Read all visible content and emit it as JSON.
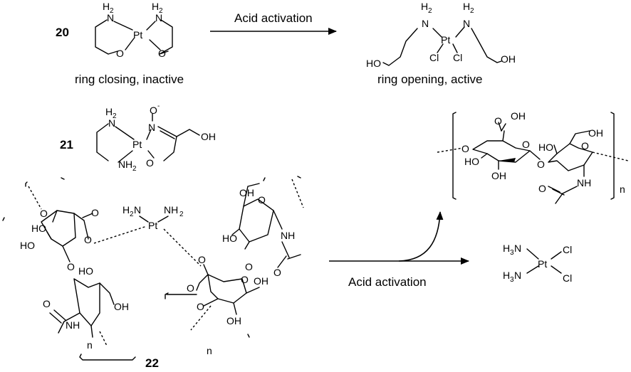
{
  "compounds": {
    "c20": {
      "number": "20",
      "caption": "ring closing, inactive"
    },
    "c20_product": {
      "caption": "ring opening, active"
    },
    "c21": {
      "number": "21"
    },
    "c22": {
      "number": "22"
    }
  },
  "arrows": {
    "top": {
      "label": "Acid activation"
    },
    "bottom": {
      "label": "Acid activation"
    }
  },
  "atoms": {
    "N": "N",
    "H": "H",
    "two": "2",
    "Pt": "Pt",
    "O": "O",
    "OH": "OH",
    "HO": "HO",
    "Cl": "Cl",
    "NH": "NH",
    "H2N": "H",
    "NH2": "NH",
    "H3N": "H",
    "three": "3",
    "Ominus": "O",
    "minus": "-",
    "n": "n"
  }
}
